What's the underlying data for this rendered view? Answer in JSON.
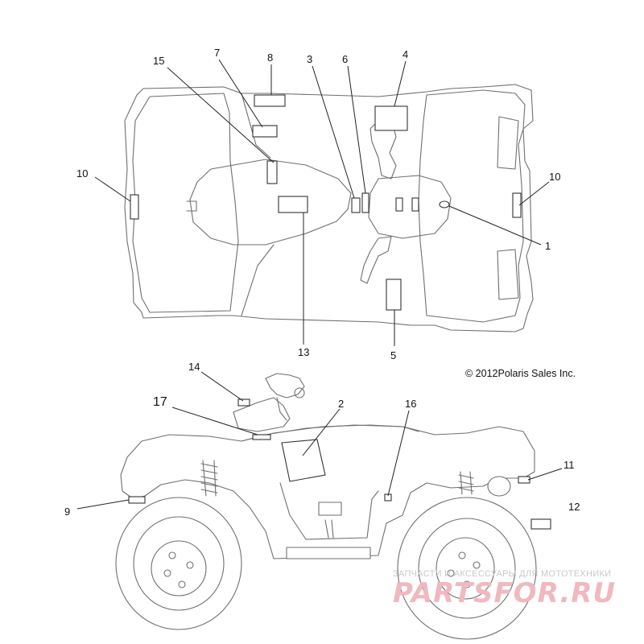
{
  "callouts": {
    "c1": "1",
    "c2": "2",
    "c3": "3",
    "c4": "4",
    "c5": "5",
    "c6": "6",
    "c7": "7",
    "c8": "8",
    "c9": "9",
    "c10_left": "10",
    "c10_right": "10",
    "c11": "11",
    "c12": "12",
    "c13": "13",
    "c14": "14",
    "c15": "15",
    "c16": "16",
    "c17": "17"
  },
  "copyright": "© 2012Polaris Sales Inc.",
  "watermark": {
    "tagline": "ЗАПЧАСТИ И АКСЕССУАРЫ ДЛЯ МОТОТЕХНИКИ",
    "brand": "PARTSFOR.RU"
  },
  "colors": {
    "line": "#6f6f6f",
    "decal": "#333333",
    "watermark_brand": "#f0b8bf"
  }
}
